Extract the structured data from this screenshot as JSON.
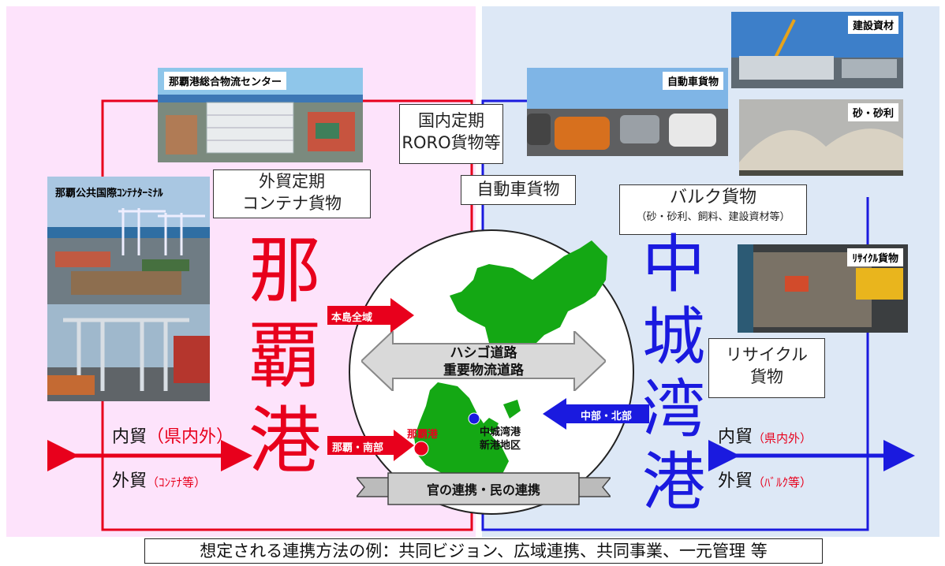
{
  "naha": {
    "port_name": [
      "那",
      "覇",
      "港"
    ],
    "photo_logistics_center": "那覇港総合物流センター",
    "photo_container_terminal": "那覇公共国際ｺﾝﾃﾅﾀｰﾐﾅﾙ",
    "box_foreign_container": [
      "外貿定期",
      "コンテナ貨物"
    ],
    "domestic_trade": "内貿",
    "domestic_trade_qualifier": "（県内外）",
    "foreign_trade": "外貿",
    "foreign_trade_qualifier": "（ｺﾝﾃﾅ等）"
  },
  "nakagusuku": {
    "port_name": [
      "中",
      "城",
      "湾",
      "港"
    ],
    "photo_automobile": "自動車貨物",
    "photo_construction": "建設資材",
    "photo_gravel": "砂・砂利",
    "photo_recycle": "ﾘｻｲｸﾙ貨物",
    "box_bulk_title": "バルク貨物",
    "box_bulk_sub": "（砂・砂利、飼料、建設資材等）",
    "box_recycle": [
      "リサイクル",
      "貨物"
    ],
    "domestic_trade": "内貿",
    "domestic_trade_qualifier": "（県内外）",
    "foreign_trade": "外貿",
    "foreign_trade_qualifier": "（ﾊﾞﾙｸ等）"
  },
  "center": {
    "box_roro": [
      "国内定期",
      "RORO貨物等"
    ],
    "box_automobile": "自動車貨物",
    "arrow_main_island": "本島全域",
    "arrow_naha_south": "那覇・南部",
    "arrow_central_north": "中部・北部",
    "road_label": [
      "ハシゴ道路",
      "重要物流道路"
    ],
    "label_naha_port": "那覇港",
    "label_nakagusuku": [
      "中城湾港",
      "新港地区"
    ],
    "banner": "官の連携・民の連携"
  },
  "footer": {
    "note": "想定される連携方法の例：共同ビジョン、広域連携、共同事業、一元管理 等"
  },
  "colors": {
    "naha_red": "#e8001c",
    "nakagusuku_blue": "#1a1adf",
    "naha_bg": "#fde3fb",
    "nakagusuku_bg": "#dde8f6",
    "island_green": "#14a814"
  }
}
